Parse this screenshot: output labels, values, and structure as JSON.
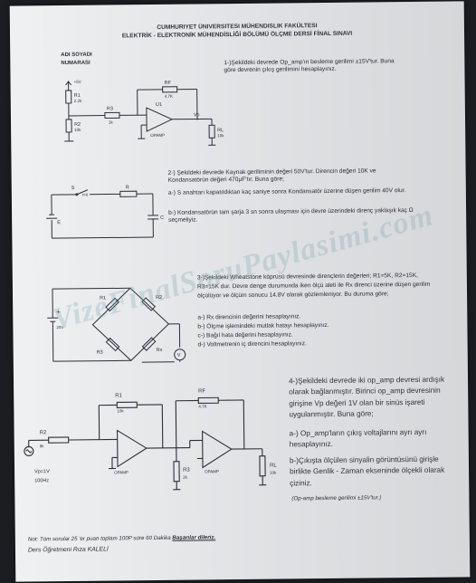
{
  "header": {
    "university": "CUMHURIYET ÜNIVERSITESI MÜHENDISLIK FAKÜLTESI",
    "department": "ELEKTRİK - ELEKTRONİK MÜHENDİSLİĞİ BÖLÜMÜ ÖLÇME DERSİ FİNAL SINAVI",
    "name_label": "ADI SOYADI",
    "number_label": "NUMARASI"
  },
  "q1": {
    "text": "1-)Şekildeki devrede Op_amp'ın besleme gerilimi ±15V'tur. Buna göre devrenin çıkış gerilimini hesaplayınız.",
    "labels": {
      "supply": "+5V",
      "r1": "R1",
      "r1v": "2.2k",
      "r2": "R2",
      "r2v": "10k",
      "r3": "R3",
      "r3v": "1k",
      "rf": "RF",
      "rfv": "4.7K",
      "u1": "U1",
      "opamp": "OPAMP",
      "vo": "Vo",
      "rl": "RL",
      "rlv": "10k"
    }
  },
  "q2": {
    "line1": "2-) Şekildeki devrede Kaynak geriliminin değeri 50V'tur. Direncin değeri 10K ve Kondansatörün değeri 470µF'tır. Buna göre;",
    "line2": "a-) S anahtarı kapatıldıktan kaç saniye sonra Kondansatör üzerine düşen gerilim 40V olur.",
    "line3": "b-) Kondansatörün tam şarja 3 sn sonra ulaşması için devre üzerindeki direnç yaklaşık kaç Ω seçmeliyiz.",
    "labels": {
      "s": "S",
      "sw": "t=0",
      "r": "R",
      "e": "E",
      "c": "C"
    }
  },
  "q3": {
    "line1": "3-)Şekildeki Wheatstone köprüsü devresinde dirençlerin değerleri; R1=5K, R2=15K, R3=15K dur. Devre denge durumunda iken ölçü aleti ile Rx direnci üzerine düşen gerilim ölçülüyor ve ölçüm sonucu 14.8V olarak gözlemleniyor. Bu duruma göre;",
    "items": [
      "a-) Rx direncinin değerini hesaplayınız.",
      "b-) Ölçme işlemindeki mutlak hatayı hesaplayınız.",
      "c-) Bağıl hata değerini hesaplayınız.",
      "d-) Voltmetrenin iç direncini hesaplayınız."
    ],
    "labels": {
      "source": "20V",
      "plus": "+",
      "r1": "R1",
      "r2": "R2",
      "r3": "R3",
      "rx": "Rx",
      "v": "V"
    }
  },
  "q4": {
    "line1": "4-)Şekildeki devrede iki op_amp devresi ardışık olarak bağlanmıştır. Birinci op_amp devresinin girişine Vp değeri 1V olan bir sinüs işareti uygulanmıştır. Buna göre;",
    "a": "a-) Op_amp'ların çıkış voltajlarını ayrı ayrı hesaplayınız.",
    "b": "b-)Çıkışta ölçülen sinyalin görüntüsünü girişle birlikte Genlik - Zaman ekseninde ölçekli olarak çiziniz.",
    "note": "(Op-amp besleme gerilimi ±15V'tur.)",
    "labels": {
      "r1": "R1",
      "r1v": "10k",
      "r2": "R2",
      "r2v": "8k",
      "rf": "RF",
      "rfv": "4.7K",
      "r3": "R3",
      "r3v": "2k",
      "rl": "RL",
      "rlv": "10k",
      "opamp": "OPAMP",
      "vp": "Vp=1V",
      "f": "100Hz"
    }
  },
  "footer": {
    "note": "Not: Tüm sorular 25 'er puan toplam 100P süre 60 Dakika ",
    "wish": "Başarılar dileriz.",
    "teacher": "Ders Öğretmeni Rıza KALELİ"
  },
  "watermark": "VizeFinalSoruPaylasimi.com"
}
